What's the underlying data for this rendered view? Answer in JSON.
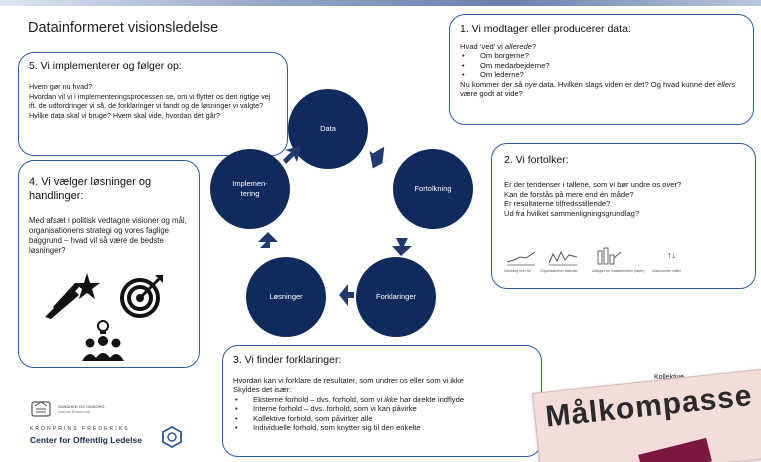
{
  "title": "Datainformeret visionsledelse",
  "step1": {
    "heading": "1. Vi modtager eller producerer data:",
    "line_pre": "Hvad ‘ved’ vi ",
    "line_em": "allerede",
    "line_post": "?",
    "bullets": [
      "Om borgerne?",
      "Om medarbejderne?",
      "Om lederne?"
    ],
    "p2_a": "Nu kommer der så ",
    "p2_em1": "nye",
    "p2_b": " data. Hvilken slags viden er det? Og hvad kunne det ",
    "p2_em2": "ellers",
    "p2_c": " være godt at vide?"
  },
  "step2": {
    "heading": "2. Vi fortolker:",
    "lines": [
      "Er der tendenser i tallene, som vi bør undre os over?",
      "Kan de forstås på mere end én måde?",
      "Er resultaterne tilfredsstillende?",
      "Ud fra hvilket sammenligningsgrundlag?"
    ],
    "mini_labels": [
      "Udvikling over tid",
      "Organisatorisk relativitet",
      "Udsigter for indsatsfronten (listen)",
      "Union/under målet"
    ],
    "arrows_glyph": "↑↓"
  },
  "step3": {
    "heading": "3. Vi finder forklaringer:",
    "line1": "Hvordan kan vi forklare de resultater, som undrer os eller som vi ikke",
    "line2": "Skyldes det især:",
    "b1_a": "Eksterne forhold – dvs. forhold, som vi ",
    "b1_em": "ikke",
    "b1_b": " har direkte indflyde",
    "bullets": [
      "Interne forhold – dvs. forhold, som vi kan påvirke",
      "Kollektive forhold, som påvirker alle",
      "Individuelle forhold, som knytter sig til den enkelte"
    ]
  },
  "step4": {
    "heading": "4. Vi vælger løsninger og handlinger:",
    "text": "Med afsæt i politisk vedtagne visioner og mål, organisationens strategi og vores faglige baggrund – hvad vil så være de bedste løsninger?"
  },
  "step5": {
    "heading": "5. Vi implementerer og følger op:",
    "lines": [
      "Hvem gør nu hvad?",
      "Hvordan vil vi i implementeringsprocessen se, om vi flytter os den rigtige vej ift. de udfordringer vi så, de forklaringer vi fandt og de løsninger vi valgte?",
      "Hvilke data skal vi bruge? Hvem skal vide, hvordan det går?"
    ]
  },
  "cycle": {
    "data": "Data",
    "fortolkning": "Fortolkning",
    "forklaringer": "Forklaringer",
    "losninger": "Løsninger",
    "implementering": "Implemen-\ntering"
  },
  "logos": {
    "sundhed_line1": "SUNDHED OG OMSORG",
    "sundhed_line2": "Aarhus Kommune",
    "kf_top": "KRONPRINS FREDERIKS",
    "kf_name": "Center for Offentlig Ledelse"
  },
  "overlay": {
    "kollektive": "Kollektive",
    "malkompasset": "Målkompasse"
  },
  "colors": {
    "circle": "#0f2a5c",
    "bubble_border": "#2f5aa8",
    "arrow": "#1f3a6e",
    "card": "#f2ddd9",
    "card_accent": "#7a1840"
  }
}
